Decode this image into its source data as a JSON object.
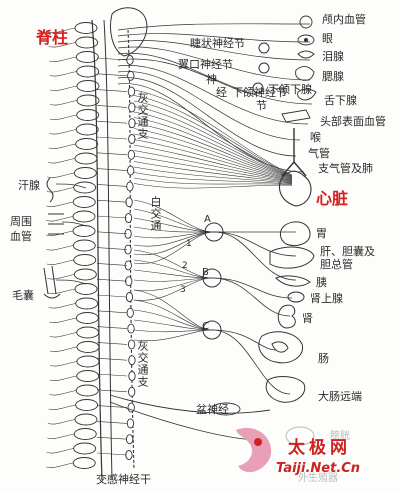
{
  "title": "脊柱",
  "colors": {
    "ink": "#333333",
    "accent": "#d81e1e",
    "watermark": "#cc2222"
  },
  "labels": {
    "jizhu": "脊柱",
    "xinzang": "心脏",
    "lunei_xueguan": "颅内血管",
    "yan": "眼",
    "leixian": "泪腺",
    "sai_xian": "腮腺",
    "she_xia_xian": "舌下腺",
    "hanxia_xian": "下颌下腺",
    "toubu_biaomian_xueguan": "头部表面血管",
    "hou": "喉",
    "qiguan": "气管",
    "zhiqiguan_ji_fei": "支气管及肺",
    "wei": "胃",
    "gan_dannang": "肝、胆囊及",
    "dan_zongguan": "胆总管",
    "yi": "胰",
    "shen_shangxian": "肾上腺",
    "shen": "肾",
    "chang": "肠",
    "dachang_yuanduan": "大肠远端",
    "pangguang": "膀胱",
    "waishengzhiqi": "外生殖器",
    "hanxian": "汗腺",
    "zhouwei": "周围",
    "xueguan": "血管",
    "maonang": "毛囊",
    "jiaogan_shenjinggan": "交感神经干",
    "jingzhuang_shenjingjie": "睫状神经节",
    "yi_kou_shenjingjie": "翼口神经节",
    "hanxia_shenjingjie": "下颌神经节",
    "pen_shenjing": "盆神经",
    "shen_label": "神",
    "jing_label": "经",
    "jie_label": "节",
    "hui_jiao_tongzhi_upper": "灰交通支",
    "hui_jiao_tongzhi_lower": "灰交通支",
    "bai_jiao_tongzhi": "白交通",
    "node_a": "A",
    "node_b": "B",
    "node_c": "C",
    "num_1": "1",
    "num_2": "2",
    "num_3": "3",
    "brand": "太极网",
    "brand_url": "Taiji.Net.Cn"
  }
}
